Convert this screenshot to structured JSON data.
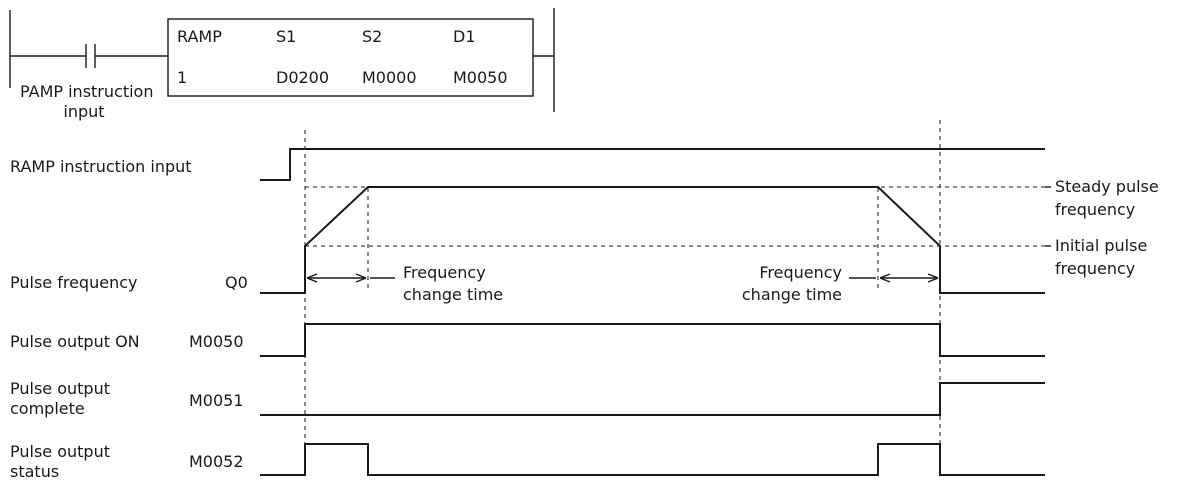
{
  "ladder": {
    "input_label_line1": "PAMP instruction",
    "input_label_line2": "input",
    "headers": [
      "RAMP",
      "S1",
      "S2",
      "D1"
    ],
    "values": [
      "1",
      "D0200",
      "M0000",
      "M0050"
    ]
  },
  "signals": {
    "ramp_input": "RAMP instruction input",
    "pulse_freq": "Pulse frequency",
    "pulse_freq_id": "Q0",
    "pulse_on": "Pulse output ON",
    "pulse_on_id": "M0050",
    "complete_l1": "Pulse output",
    "complete_l2": "complete",
    "complete_id": "M0051",
    "status_l1": "Pulse output",
    "status_l2": "status",
    "status_id": "M0052"
  },
  "annotations": {
    "steady_l1": "Steady pulse",
    "steady_l2": "frequency",
    "initial_l1": "Initial pulse",
    "initial_l2": "frequency",
    "fct_left_l1": "Frequency",
    "fct_left_l2": "change time",
    "fct_right_l1": "Frequency",
    "fct_right_l2": "change time"
  }
}
